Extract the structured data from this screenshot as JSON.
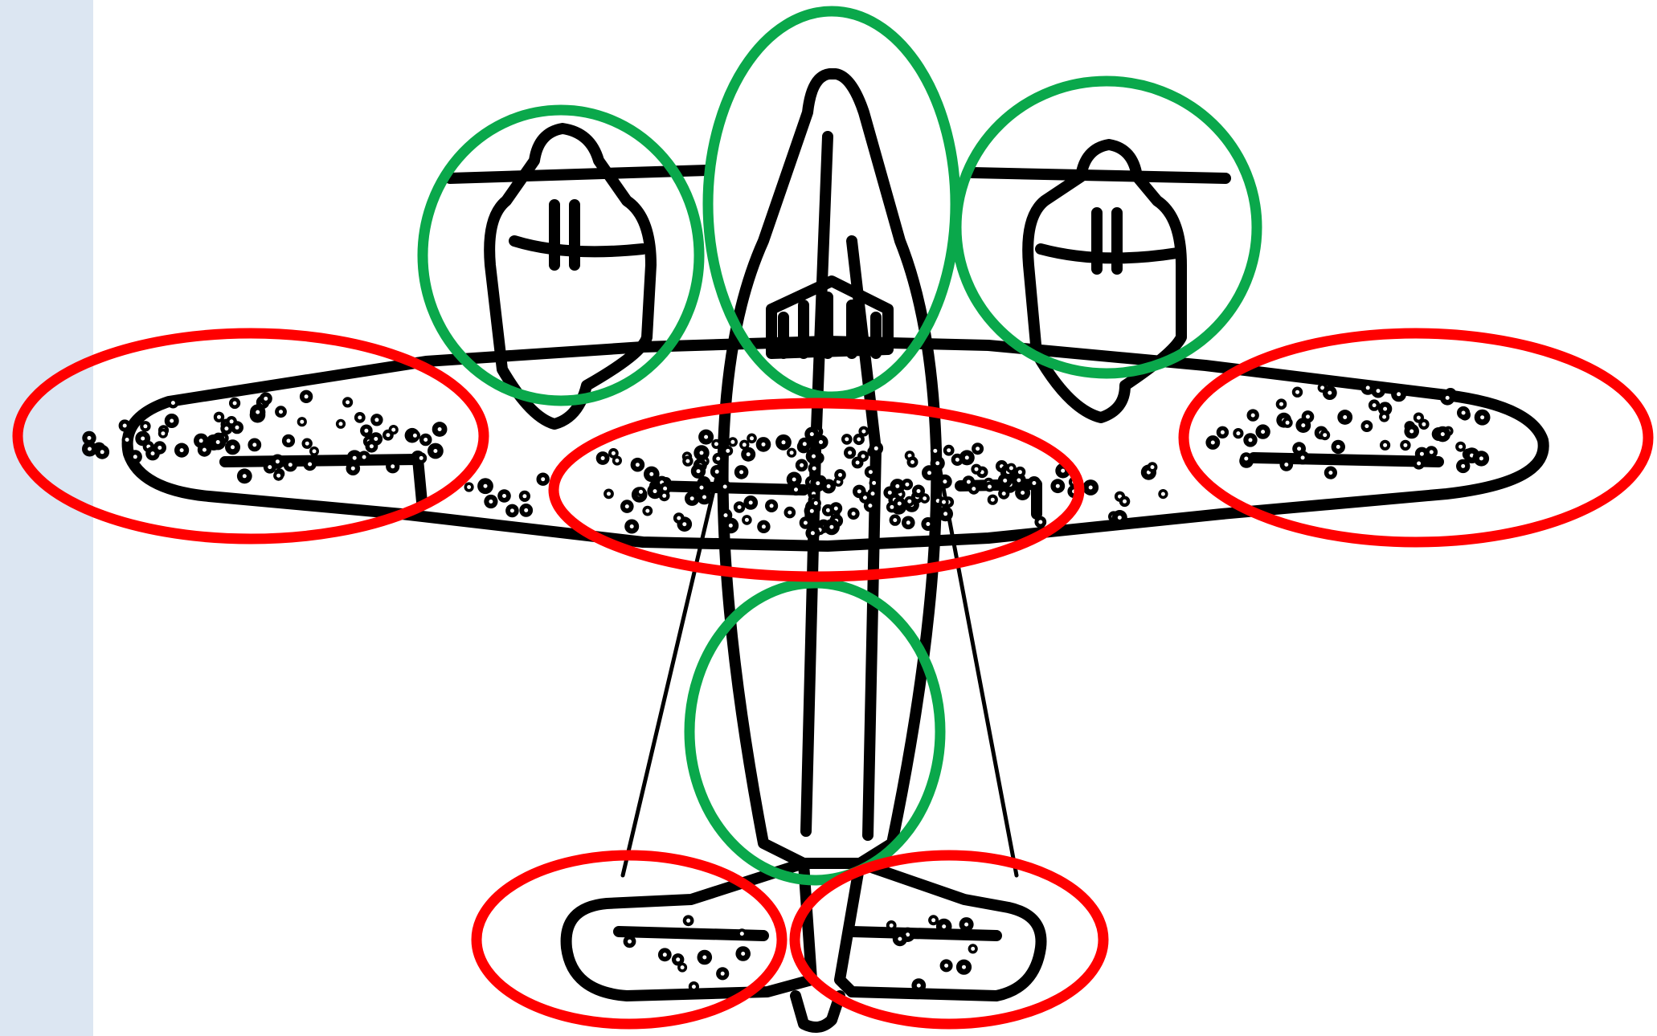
{
  "figure": {
    "subject_icon": "airplane-icon",
    "colors": {
      "panel": "#dce6f2",
      "outline": "#000000",
      "damage_dots": "#000000",
      "safe_marker": "#0aa84b",
      "damage_marker": "#ff0000"
    }
  },
  "regions": [
    {
      "name": "left-engine",
      "marker": "green"
    },
    {
      "name": "nose-cockpit",
      "marker": "green"
    },
    {
      "name": "right-engine",
      "marker": "green"
    },
    {
      "name": "rear-fuselage",
      "marker": "green"
    },
    {
      "name": "left-wingtip",
      "marker": "red"
    },
    {
      "name": "center-wing-fuselage",
      "marker": "red"
    },
    {
      "name": "right-wingtip",
      "marker": "red"
    },
    {
      "name": "left-tailplane",
      "marker": "red"
    },
    {
      "name": "right-tailplane",
      "marker": "red"
    }
  ]
}
